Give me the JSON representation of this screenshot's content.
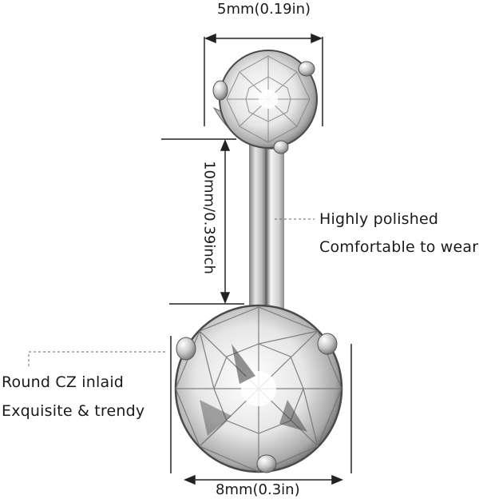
{
  "dimensions": {
    "top_width": "5mm(0.19in)",
    "bar_length": "10mm/0.39inch",
    "bottom_width": "8mm(0.3in)"
  },
  "features": {
    "bar": [
      "Highly polished",
      "Comfortable to wear"
    ],
    "stone": [
      "Round CZ inlaid",
      "Exquisite & trendy"
    ]
  },
  "colors": {
    "metal_light": "#e9e9e9",
    "metal_dark": "#8e8e8e",
    "line": "#222222",
    "dashed": "#666666"
  }
}
